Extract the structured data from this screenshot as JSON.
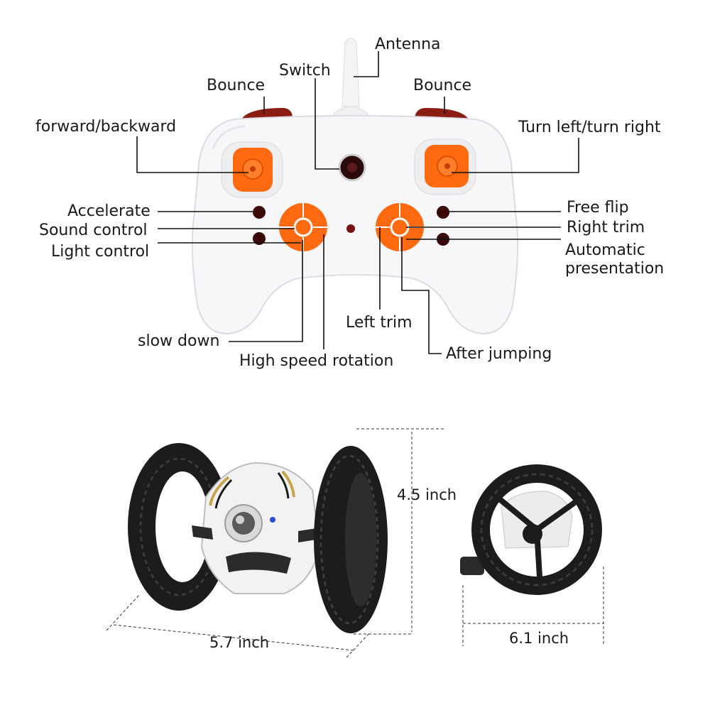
{
  "controller": {
    "labels": {
      "antenna": "Antenna",
      "switch": "Switch",
      "bounce_left": "Bounce",
      "bounce_right": "Bounce",
      "forward_backward": "forward/backward",
      "turn_left_right": "Turn left/turn right",
      "accelerate": "Accelerate",
      "sound_control": "Sound control",
      "light_control": "Light control",
      "free_flip": "Free flip",
      "right_trim": "Right trim",
      "automatic": "Automatic",
      "presentation": "presentation",
      "slow_down": "slow down",
      "high_speed_rotation": "High speed rotation",
      "left_trim": "Left trim",
      "after_jumping": "After jumping"
    },
    "colors": {
      "body": "#f7f7f9",
      "button": "#ff6a10",
      "button_dark": "#e04e00",
      "led": "#3a0a0a"
    }
  },
  "car": {
    "dimensions": {
      "length": "5.7 inch",
      "height": "4.5 inch",
      "width": "6.1 inch"
    },
    "colors": {
      "tire": "#1c1c1c",
      "body": "#f2f2f2",
      "accent": "#c9a24a"
    }
  }
}
